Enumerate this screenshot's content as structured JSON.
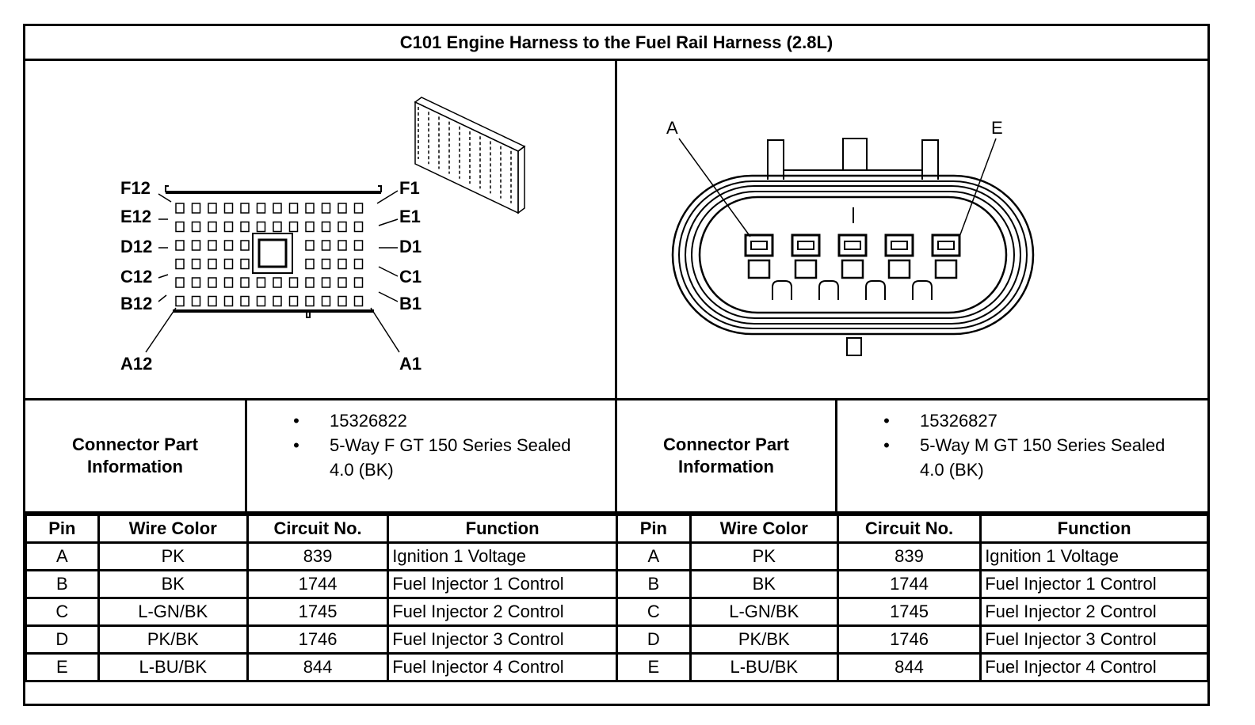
{
  "title": "C101 Engine Harness to the Fuel Rail Harness (2.8L)",
  "left_diagram": {
    "pin_labels_left": [
      "F12",
      "E12",
      "D12",
      "C12",
      "B12",
      "A12"
    ],
    "pin_labels_right": [
      "F1",
      "E1",
      "D1",
      "C1",
      "B1",
      "A1"
    ]
  },
  "right_diagram": {
    "pin_labels": [
      "A",
      "E"
    ]
  },
  "left_info": {
    "label_line1": "Connector Part",
    "label_line2": "Information",
    "items": [
      "15326822",
      "5-Way F GT 150 Series Sealed",
      "4.0 (BK)"
    ],
    "bullet": "•"
  },
  "right_info": {
    "label_line1": "Connector Part",
    "label_line2": "Information",
    "items": [
      "15326827",
      "5-Way M GT 150 Series Sealed",
      "4.0 (BK)"
    ],
    "bullet": "•"
  },
  "table_headers": [
    "Pin",
    "Wire Color",
    "Circuit No.",
    "Function"
  ],
  "left_rows": [
    {
      "pin": "A",
      "color": "PK",
      "circuit": "839",
      "function": "Ignition 1 Voltage"
    },
    {
      "pin": "B",
      "color": "BK",
      "circuit": "1744",
      "function": "Fuel Injector 1 Control"
    },
    {
      "pin": "C",
      "color": "L-GN/BK",
      "circuit": "1745",
      "function": "Fuel Injector 2 Control"
    },
    {
      "pin": "D",
      "color": "PK/BK",
      "circuit": "1746",
      "function": "Fuel Injector 3 Control"
    },
    {
      "pin": "E",
      "color": "L-BU/BK",
      "circuit": "844",
      "function": "Fuel Injector 4 Control"
    }
  ],
  "right_rows": [
    {
      "pin": "A",
      "color": "PK",
      "circuit": "839",
      "function": "Ignition 1 Voltage"
    },
    {
      "pin": "B",
      "color": "BK",
      "circuit": "1744",
      "function": "Fuel Injector 1 Control"
    },
    {
      "pin": "C",
      "color": "L-GN/BK",
      "circuit": "1745",
      "function": "Fuel Injector 2 Control"
    },
    {
      "pin": "D",
      "color": "PK/BK",
      "circuit": "1746",
      "function": "Fuel Injector 3 Control"
    },
    {
      "pin": "E",
      "color": "L-BU/BK",
      "circuit": "844",
      "function": "Fuel Injector 4 Control"
    }
  ]
}
